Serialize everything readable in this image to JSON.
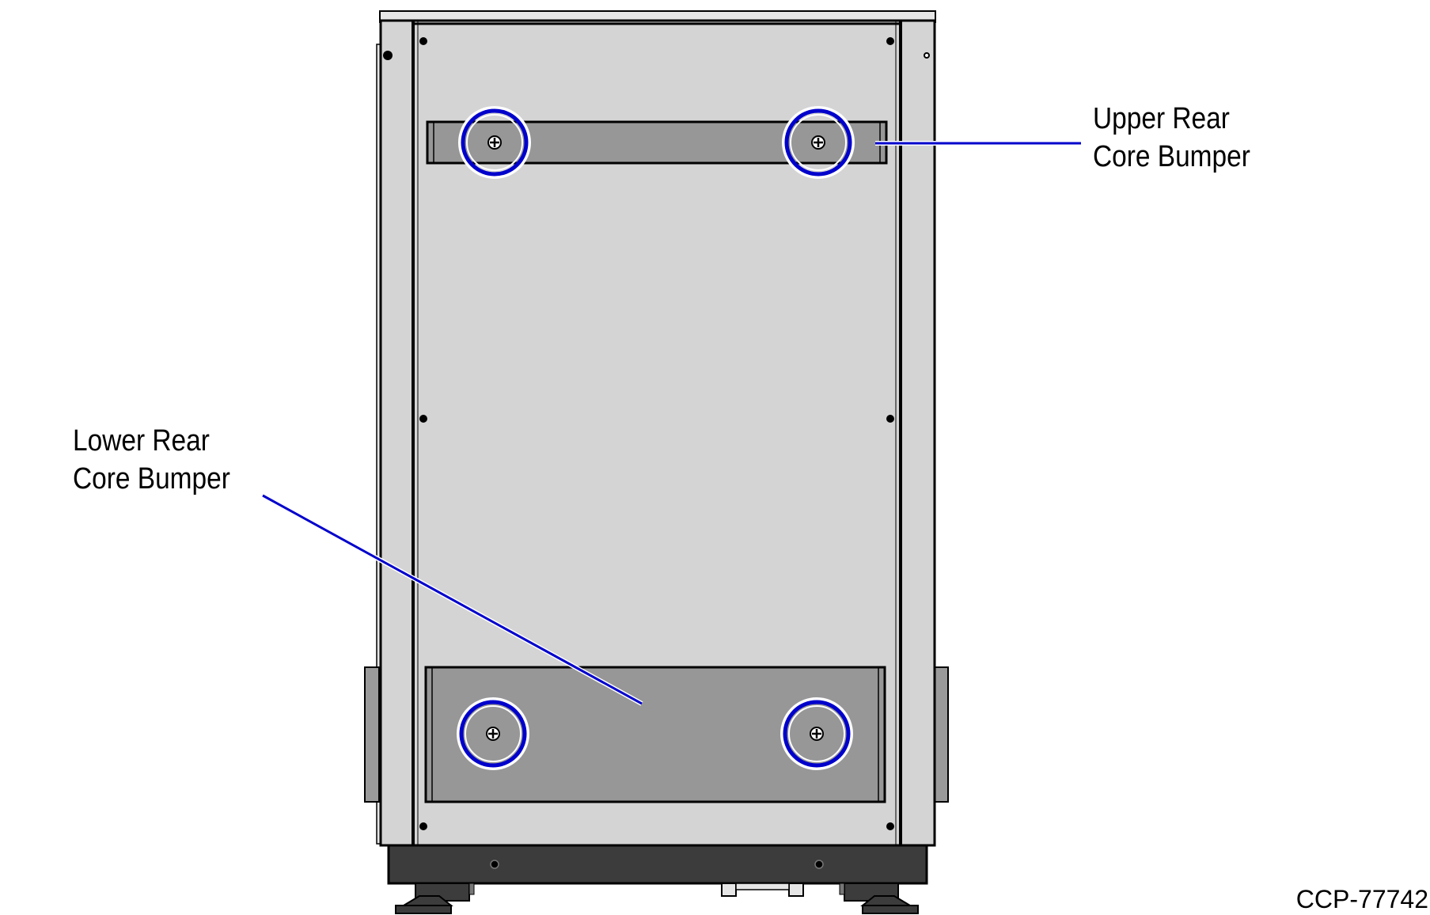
{
  "labels": {
    "upper_rear_core_bumper": {
      "line1": "Upper  Rear",
      "line2": "Core Bumper"
    },
    "lower_rear_core_bumper": {
      "line1": "Lower  Rear",
      "line2": "Core Bumper"
    }
  },
  "figure_id": "CCP-77742",
  "colors": {
    "cabinet_panel": "#d4d4d4",
    "bumper": "#979797",
    "base": "#3c3c3c",
    "outline": "#000000",
    "highlight_ring": "#0000cc",
    "leader_line": "#0000cc"
  },
  "icons": {
    "screw": "screw-icon",
    "highlight": "highlight-circle-icon"
  }
}
